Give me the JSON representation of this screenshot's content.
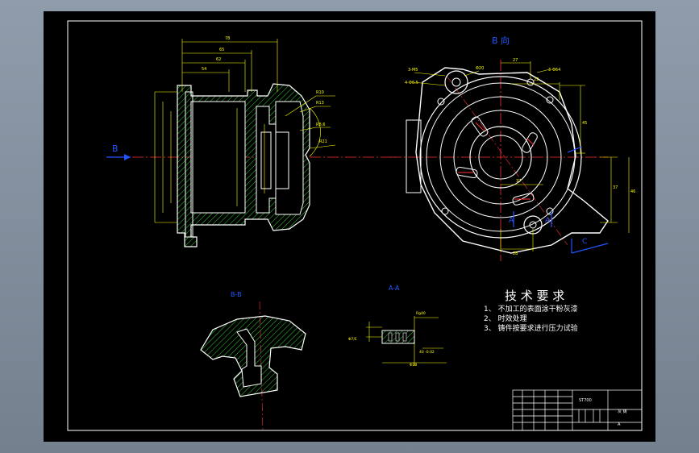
{
  "view_labels": {
    "section_b_view": "B 向",
    "arrow_b": "B",
    "section_bb": "B-B",
    "section_aa": "A-A",
    "arrow_a": "A",
    "arrow_a2": "A",
    "arrow_c": "C"
  },
  "tech_requirements": {
    "title": "技 术 要 求",
    "items": [
      "1、 不加工的表面涂干粉灰漆",
      "2、 时效处理",
      "3、 铸件按要求进行压力试验"
    ]
  },
  "title_block": {
    "code": "ST700",
    "material": "灰 铸",
    "scale": "A"
  },
  "colors": {
    "outline": "#ffffff",
    "dimension": "#ffff00",
    "centerline": "#ff3333",
    "hatch": "#33cc33",
    "label": "#2255ff",
    "sheet": "#000000"
  }
}
